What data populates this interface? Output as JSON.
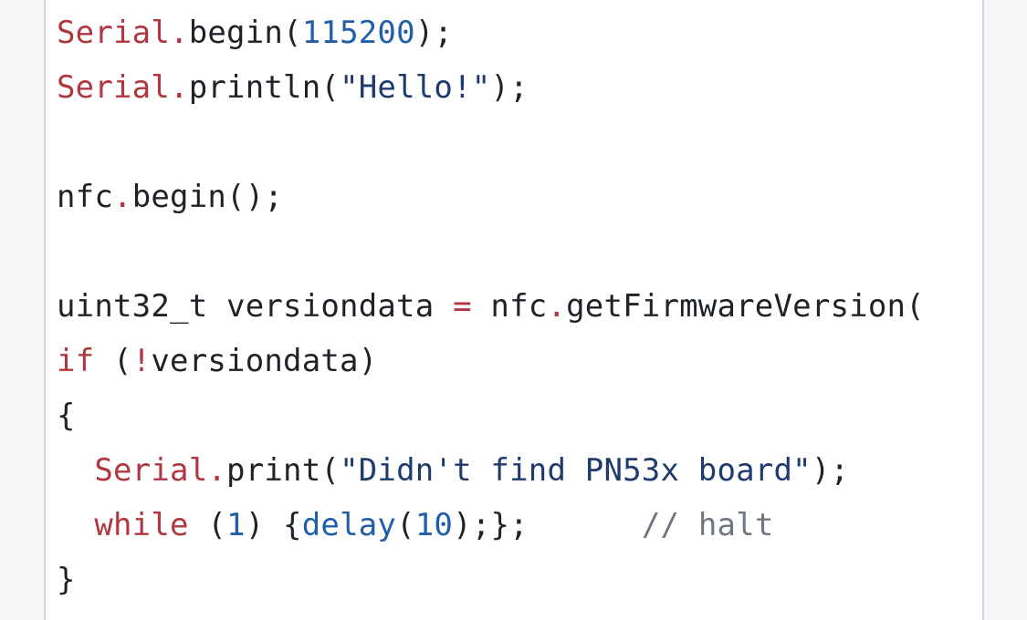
{
  "code_block": {
    "lines": [
      [
        {
          "t": "Serial",
          "k": "object"
        },
        {
          "t": ".",
          "k": "dot"
        },
        {
          "t": "begin(",
          "k": "plain"
        },
        {
          "t": "115200",
          "k": "num"
        },
        {
          "t": ");",
          "k": "plain"
        }
      ],
      [
        {
          "t": "Serial",
          "k": "object"
        },
        {
          "t": ".",
          "k": "dot"
        },
        {
          "t": "println(",
          "k": "plain"
        },
        {
          "t": "\"Hello!\"",
          "k": "string"
        },
        {
          "t": ");",
          "k": "plain"
        }
      ],
      [],
      [
        {
          "t": "nfc",
          "k": "plain"
        },
        {
          "t": ".",
          "k": "dot"
        },
        {
          "t": "begin();",
          "k": "plain"
        }
      ],
      [],
      [
        {
          "t": "uint32_t versiondata ",
          "k": "plain"
        },
        {
          "t": "=",
          "k": "op"
        },
        {
          "t": " nfc",
          "k": "plain"
        },
        {
          "t": ".",
          "k": "dot"
        },
        {
          "t": "getFirmwareVersion(",
          "k": "plain"
        }
      ],
      [
        {
          "t": "if",
          "k": "keyword"
        },
        {
          "t": " (",
          "k": "plain"
        },
        {
          "t": "!",
          "k": "op"
        },
        {
          "t": "versiondata)",
          "k": "plain"
        }
      ],
      [
        {
          "t": "{",
          "k": "plain"
        }
      ],
      [
        {
          "t": "  ",
          "k": "plain"
        },
        {
          "t": "Serial",
          "k": "object"
        },
        {
          "t": ".",
          "k": "dot"
        },
        {
          "t": "print(",
          "k": "plain"
        },
        {
          "t": "\"Didn't find PN53x board\"",
          "k": "string"
        },
        {
          "t": ");",
          "k": "plain"
        }
      ],
      [
        {
          "t": "  ",
          "k": "plain"
        },
        {
          "t": "while",
          "k": "keyword"
        },
        {
          "t": " (",
          "k": "plain"
        },
        {
          "t": "1",
          "k": "num"
        },
        {
          "t": ") {",
          "k": "plain"
        },
        {
          "t": "delay",
          "k": "fn-builtin"
        },
        {
          "t": "(",
          "k": "plain"
        },
        {
          "t": "10",
          "k": "num"
        },
        {
          "t": ");};      ",
          "k": "plain"
        },
        {
          "t": "// halt",
          "k": "comment"
        }
      ],
      [
        {
          "t": "}",
          "k": "plain"
        }
      ]
    ]
  },
  "colors": {
    "keyword": "#b0363f",
    "number": "#1f5fa8",
    "string": "#1e3a6e",
    "comment": "#6e7781",
    "text": "#1f2328",
    "background": "#ffffff",
    "border": "#d0d7de"
  }
}
